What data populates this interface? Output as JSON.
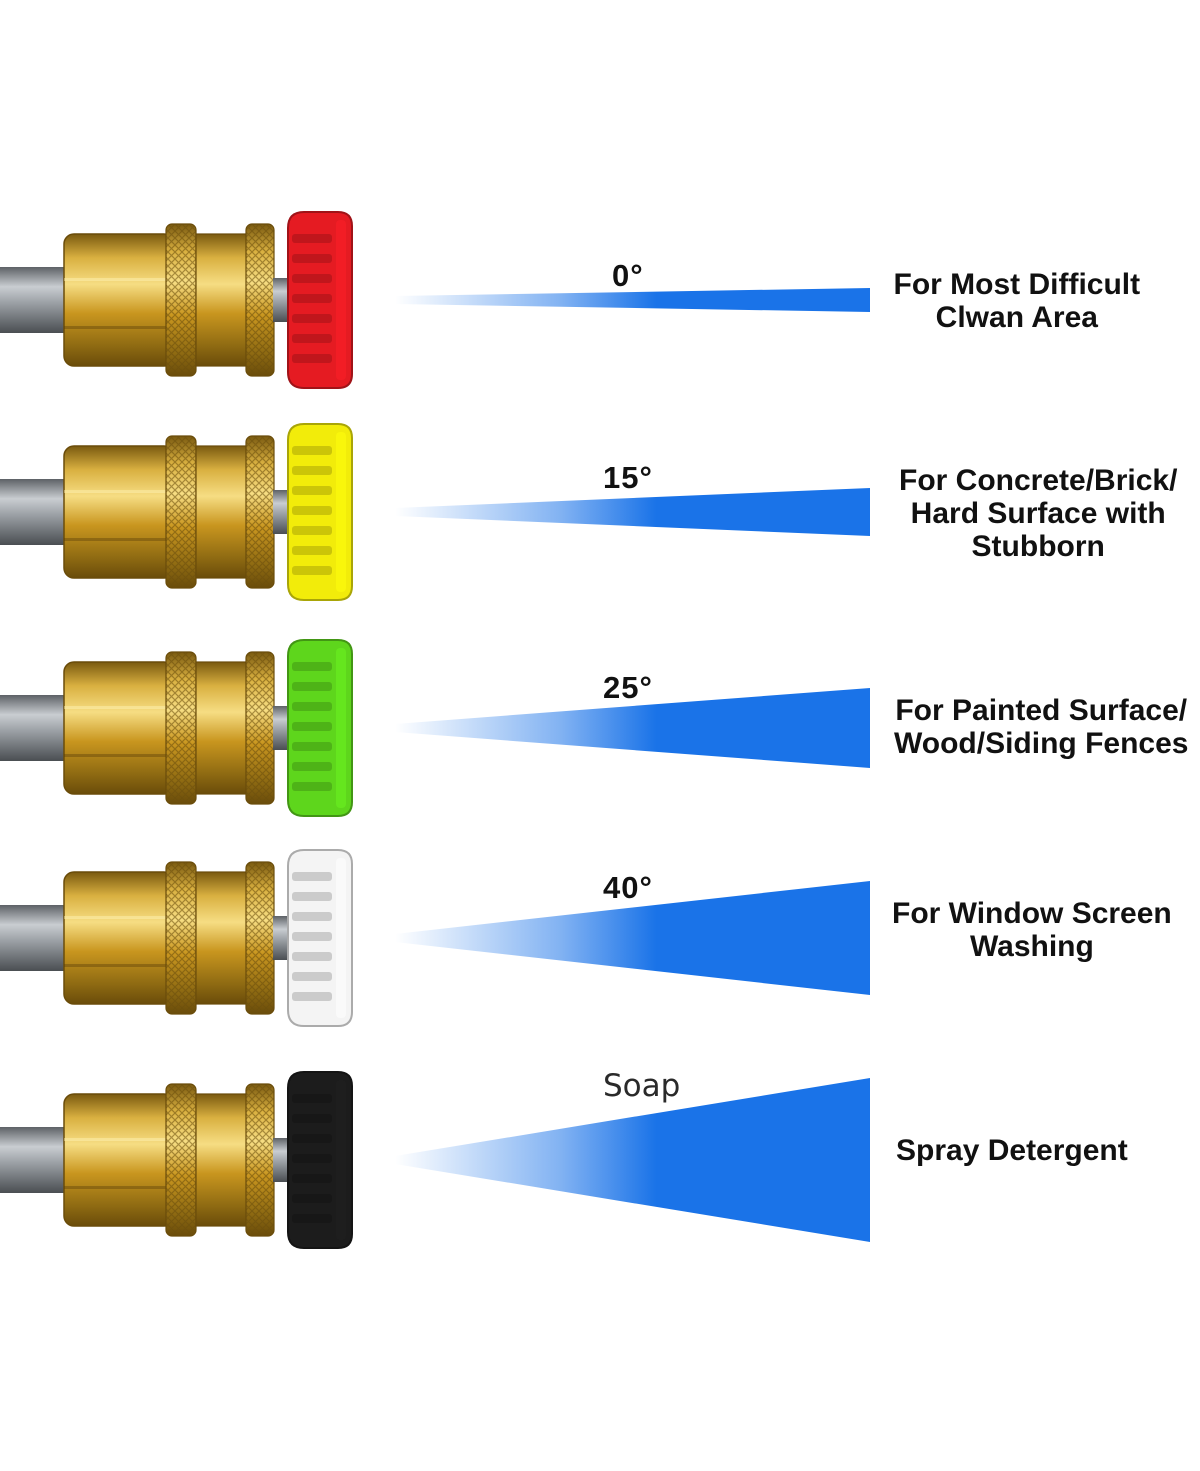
{
  "nozzles": [
    {
      "angle_label": "0°",
      "tip_color": "#e51b22",
      "tip_color_name": "red",
      "description_lines": [
        "For Most Difficult",
        "Clwan Area"
      ]
    },
    {
      "angle_label": "15°",
      "tip_color": "#f2ec0a",
      "tip_color_name": "yellow",
      "description_lines": [
        "For Concrete/Brick/",
        "Hard Surface with",
        "Stubborn"
      ]
    },
    {
      "angle_label": "25°",
      "tip_color": "#5ed61c",
      "tip_color_name": "green",
      "description_lines": [
        "For Painted Surface/",
        "Wood/Siding Fences"
      ]
    },
    {
      "angle_label": "40°",
      "tip_color": "#f4f4f4",
      "tip_color_name": "white",
      "description_lines": [
        "For Window Screen",
        "Washing"
      ]
    },
    {
      "angle_label": "Soap",
      "tip_color": "#1c1c1c",
      "tip_color_name": "black",
      "description_lines": [
        "Spray Detergent"
      ]
    }
  ],
  "colors": {
    "spray_blue": "#1a73e8",
    "brass": "#c9a02a",
    "wand_steel": "#8a8f94"
  }
}
